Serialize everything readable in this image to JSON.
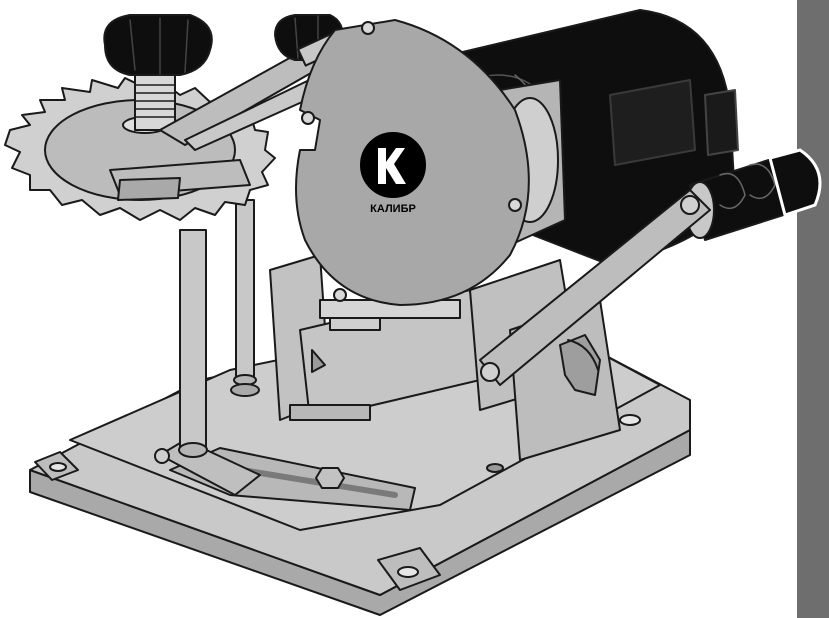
{
  "brand": {
    "name": "КАЛИБР",
    "logo_initial": "К",
    "logo_small_text": "КАЛИБР"
  },
  "colors": {
    "side_bar": "#6e6e6e",
    "body_gray": "#c4c4c4",
    "dark_gray": "#9a9a9a",
    "outline": "#1a1a1a",
    "motor_black": "#0e0e0e",
    "guard_gray": "#a8a8a8",
    "logo_bg": "#000000",
    "logo_fg": "#ffffff"
  },
  "icons": [
    "knob-icon",
    "saw-blade-icon",
    "grinding-wheel-guard-icon",
    "motor-icon",
    "handle-icon",
    "base-plate-icon",
    "logo-icon"
  ]
}
